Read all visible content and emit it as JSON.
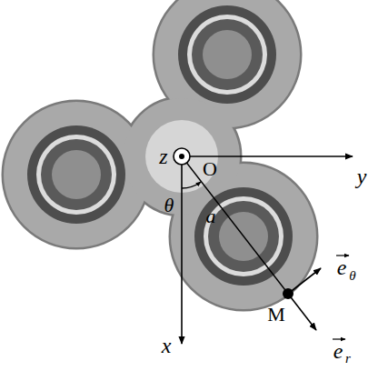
{
  "diagram": {
    "labels": [
      "z",
      "O",
      "y",
      "x",
      "θ",
      "a",
      "M",
      "e",
      "θ",
      "e",
      "r"
    ]
  }
}
